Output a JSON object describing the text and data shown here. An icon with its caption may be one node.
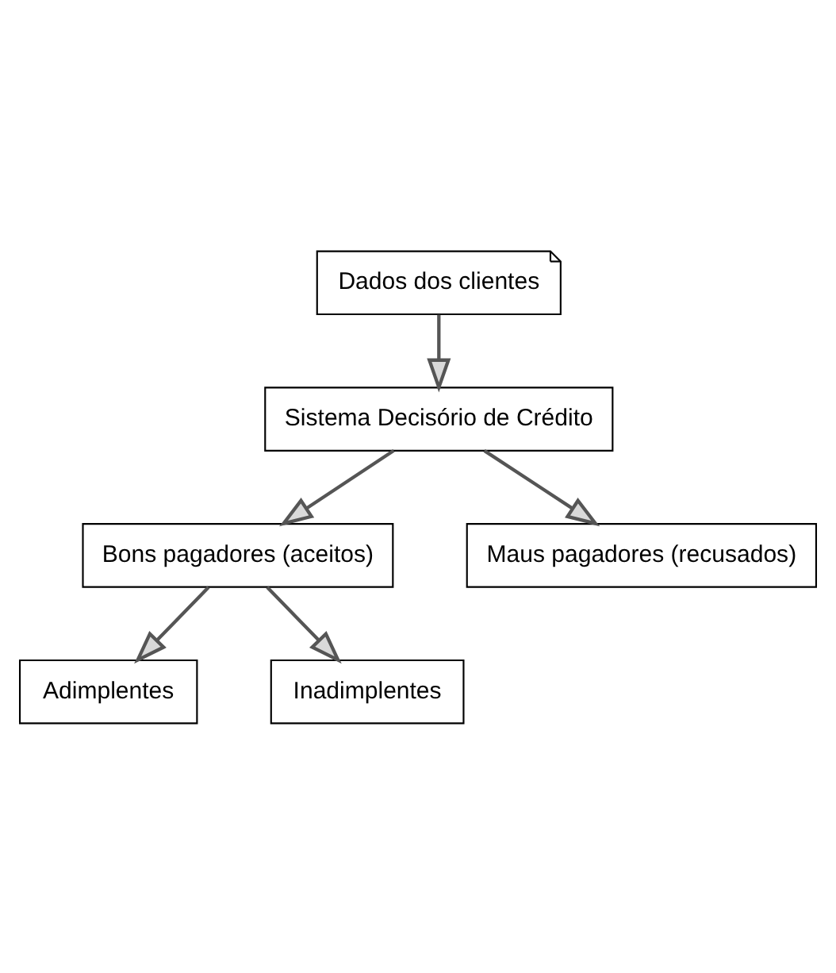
{
  "diagram": {
    "nodes": [
      {
        "text": [
          "Dados dos clientes"
        ]
      },
      {
        "text": [
          "Sistema Decisório de Crédito"
        ]
      },
      {
        "text": [
          "Bons pagadores (aceitos)"
        ]
      },
      {
        "text": [
          "Maus pagadores (recusados)"
        ]
      },
      {
        "text": [
          "Adimplentes"
        ]
      },
      {
        "text": [
          "Inadimplentes"
        ]
      }
    ],
    "edges": [
      {
        "from": 0,
        "to": 1,
        "arrow": "to"
      },
      {
        "from": 1,
        "to": 2,
        "arrow": "to"
      },
      {
        "from": 1,
        "to": 3,
        "arrow": "to"
      },
      {
        "from": 2,
        "to": 4,
        "arrow": "to"
      },
      {
        "from": 2,
        "to": 5,
        "arrow": "to"
      }
    ]
  }
}
